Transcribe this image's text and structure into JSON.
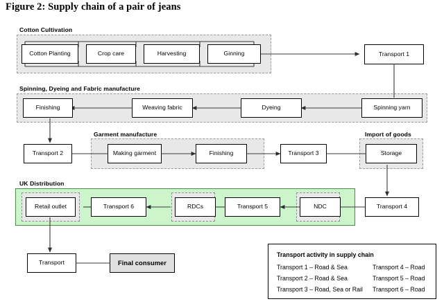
{
  "figure": {
    "title": "Figure 2: Supply chain of a pair of jeans"
  },
  "bands": [
    {
      "label": "Cotton Cultivation"
    },
    {
      "label": "Spinning, Dyeing and Fabric manufacture"
    },
    {
      "label": "Garment manufacture"
    },
    {
      "label": "Import of goods"
    },
    {
      "label": "UK Distribution"
    }
  ],
  "nodes": {
    "cotton_planting": "Cotton Planting",
    "crop_care": "Crop care",
    "harvesting": "Harvesting",
    "ginning": "Ginning",
    "transport1": "Transport 1",
    "spinning_yarn": "Spinning yarn",
    "dyeing": "Dyeing",
    "weaving_fabric": "Weaving fabric",
    "finishing_fabric": "Finishing",
    "transport2": "Transport 2",
    "making_garment": "Making garment",
    "finishing_garment": "Finishing",
    "transport3": "Transport 3",
    "storage": "Storage",
    "transport4": "Transport 4",
    "ndc": "NDC",
    "transport5": "Transport 5",
    "rdcs": "RDCs",
    "transport6": "Transport 6",
    "retail_outlet": "Retail outlet",
    "transport_final": "Transport",
    "final_consumer": "Final consumer"
  },
  "legend": {
    "title": "Transport activity in supply chain",
    "left": [
      "Transport 1 – Road & Sea",
      "Transport 2 – Road & Sea",
      "Transport 3 – Road, Sea or Rail"
    ],
    "right": [
      "Transport 4 – Road",
      "Transport 5 – Road",
      "Transport 6 – Road"
    ]
  },
  "colors": {
    "band_grey_fill": "#e8e8e8",
    "band_green_fill": "#ccf5cc",
    "band_green_border": "#4a8a4a",
    "node_fill": "#ffffff",
    "node_filled_fill": "#e0e0e0",
    "line": "#3a3a3a",
    "page_background": "#ffffff"
  }
}
